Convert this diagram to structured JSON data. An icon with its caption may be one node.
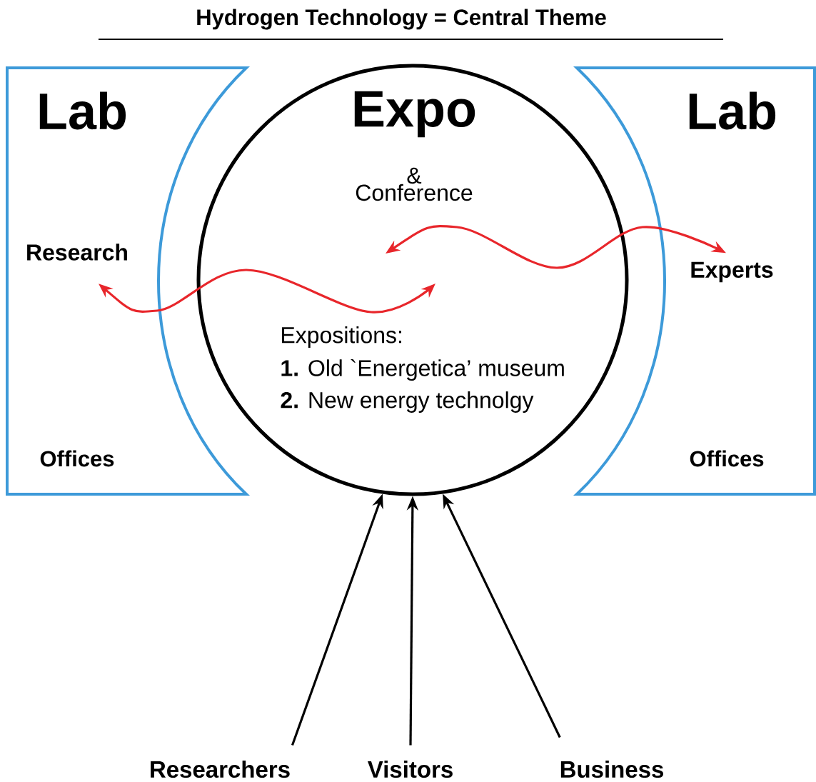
{
  "diagram": {
    "title": "Hydrogen Technology = Central Theme",
    "nodes": [
      {
        "text": [
          "Lab",
          "Offices"
        ]
      },
      {
        "text": [
          "Research"
        ],
        "in": 0
      },
      {
        "text": [
          "Expo",
          "& Conference",
          "Expositions:",
          "**1.** Old `Energetica’ museum",
          "**2.** New energy technolgy"
        ]
      },
      {
        "text": [
          "Lab",
          "Offices"
        ]
      },
      {
        "text": [
          "Experts"
        ],
        "in": 3
      },
      {
        "text": [
          "Researchers"
        ]
      },
      {
        "text": [
          "Visitors"
        ]
      },
      {
        "text": [
          "Business"
        ]
      }
    ],
    "edges": [
      {
        "from": 1,
        "to": 2,
        "arrow": "both",
        "color": "#e8262b"
      },
      {
        "from": 2,
        "to": 4,
        "arrow": "both",
        "color": "#e8262b"
      },
      {
        "from": 5,
        "to": 2,
        "arrow": "to"
      },
      {
        "from": 6,
        "to": 2,
        "arrow": "to"
      },
      {
        "from": 7,
        "to": 2,
        "arrow": "to"
      }
    ]
  }
}
